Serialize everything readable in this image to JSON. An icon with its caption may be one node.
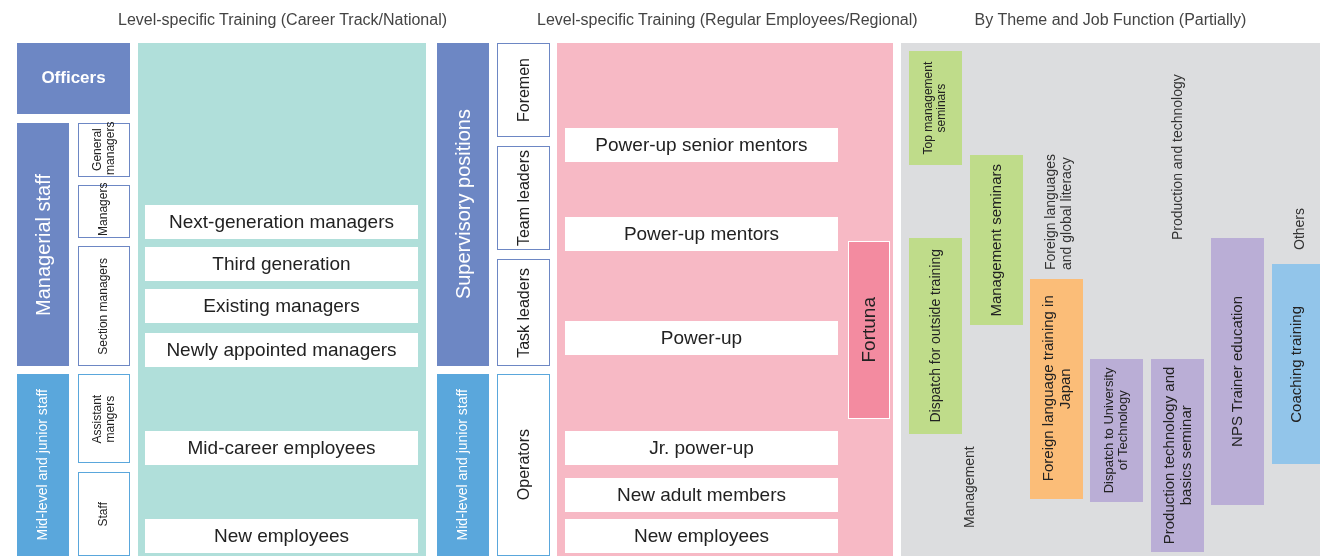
{
  "diagram": {
    "nodes": [
      {
        "text": [
          "Officers"
        ]
      },
      {
        "text": [
          "Managerial staff"
        ]
      },
      {
        "text": [
          "General managers"
        ]
      },
      {
        "text": [
          "Managers"
        ]
      },
      {
        "text": [
          "Section managers"
        ]
      },
      {
        "text": [
          "Mid-level and junior staff"
        ]
      },
      {
        "text": [
          "Assistant mangers"
        ]
      },
      {
        "text": [
          "Staff"
        ]
      },
      {
        "text": [
          "Level-specific Training (Career Track/National)"
        ]
      },
      {
        "text": [
          "Next-generation managers"
        ],
        "in": 8
      },
      {
        "text": [
          "Third generation"
        ],
        "in": 8
      },
      {
        "text": [
          "Existing managers"
        ],
        "in": 8
      },
      {
        "text": [
          "Newly appointed managers"
        ],
        "in": 8
      },
      {
        "text": [
          "Mid-career employees"
        ],
        "in": 8
      },
      {
        "text": [
          "New employees"
        ],
        "in": 8
      },
      {
        "text": [
          "Supervisory positions"
        ]
      },
      {
        "text": [
          "Mid-level and junior staff"
        ]
      },
      {
        "text": [
          "Foremen"
        ]
      },
      {
        "text": [
          "Team leaders"
        ]
      },
      {
        "text": [
          "Task leaders"
        ]
      },
      {
        "text": [
          "Operators"
        ]
      },
      {
        "text": [
          "Level-specific Training (Regular Employees/Regional)"
        ]
      },
      {
        "text": [
          "Power-up senior mentors"
        ],
        "in": 21
      },
      {
        "text": [
          "Power-up mentors"
        ],
        "in": 21
      },
      {
        "text": [
          "Power-up"
        ],
        "in": 21
      },
      {
        "text": [
          "Jr. power-up"
        ],
        "in": 21
      },
      {
        "text": [
          "New adult members"
        ],
        "in": 21
      },
      {
        "text": [
          "New employees"
        ],
        "in": 21
      },
      {
        "text": [
          "Fortuna"
        ],
        "in": 21
      },
      {
        "text": [
          "By Theme and Job Function (Partially)"
        ]
      },
      {
        "text": [
          "Top management seminars"
        ],
        "in": 29
      },
      {
        "text": [
          "Dispatch for outside training"
        ],
        "in": 29
      },
      {
        "text": [
          "Management seminars"
        ],
        "in": 29
      },
      {
        "text": [
          "Foreign language training in Japan"
        ],
        "in": 29
      },
      {
        "text": [
          "Dispatch to University of Technology"
        ],
        "in": 29
      },
      {
        "text": [
          "Production technology and basics seminar"
        ],
        "in": 29
      },
      {
        "text": [
          "NPS Trainer education"
        ],
        "in": 29
      },
      {
        "text": [
          "Coaching training"
        ],
        "in": 29
      }
    ],
    "labels": [
      "Production and technology",
      "Foreign languages and global literacy",
      "Others",
      "Management"
    ]
  }
}
